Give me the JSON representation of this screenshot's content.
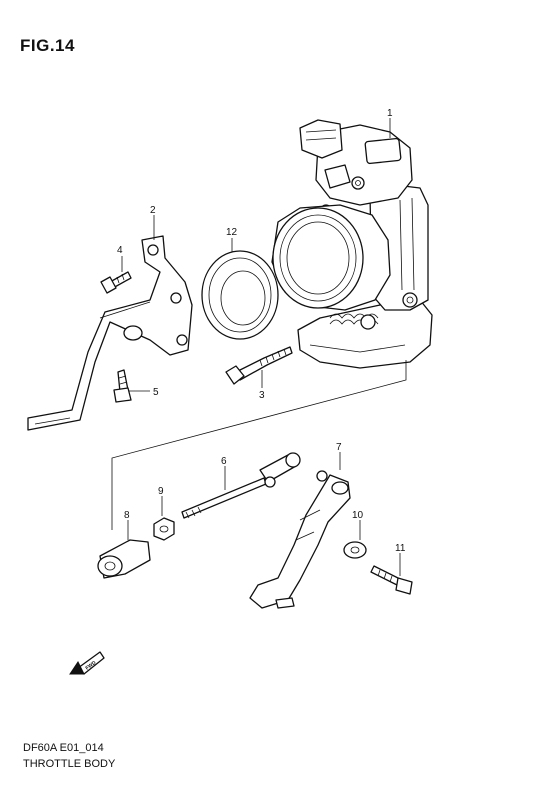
{
  "figure_title": "FIG.14",
  "drawing_code": "DF60A E01_014",
  "caption": "THROTTLE BODY",
  "fwd_label": "FWD",
  "callouts": [
    "1",
    "2",
    "3",
    "4",
    "5",
    "6",
    "7",
    "8",
    "9",
    "10",
    "11",
    "12"
  ]
}
